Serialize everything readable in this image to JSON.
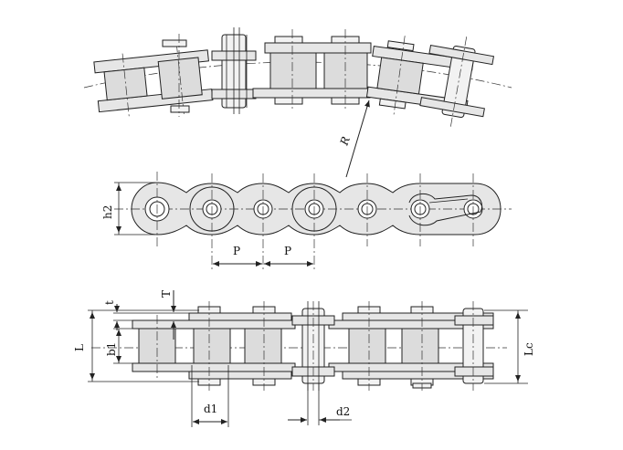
{
  "labels": {
    "R": "R",
    "h2": "h2",
    "P_left": "P",
    "P_right": "P",
    "t": "t",
    "T": "T",
    "L": "L",
    "b1": "b1",
    "Lc": "Lc",
    "d1": "d1",
    "d2": "d2"
  },
  "colors": {
    "stroke": "#222222",
    "fill": "#e6e6e6",
    "background": "#ffffff"
  }
}
